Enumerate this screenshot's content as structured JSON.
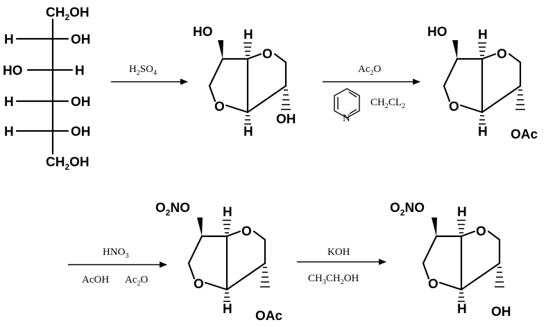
{
  "sorbitol": {
    "top": [
      "CH",
      "2",
      "OH"
    ],
    "bottom": [
      "CH",
      "2",
      "OH"
    ],
    "rows": [
      {
        "left": "H",
        "right": "OH"
      },
      {
        "left": "HO",
        "right": "H"
      },
      {
        "left": "H",
        "right": "OH"
      },
      {
        "left": "H",
        "right": "OH"
      }
    ]
  },
  "step1": {
    "reagent": [
      "H",
      "2",
      "SO",
      "4"
    ]
  },
  "isosorbide": {
    "oh_top": "HO",
    "h_top": "H",
    "h_bottom": "H",
    "oh_bottom": "OH",
    "o_ring1": "O",
    "o_ring2": "O"
  },
  "step2": {
    "reagent_top": [
      "Ac",
      "2",
      "O"
    ],
    "reagent_right": [
      "CH",
      "2",
      "CL",
      "2"
    ],
    "pyridine_n": "N"
  },
  "acetate": {
    "oh_top": "HO",
    "h_top": "H",
    "h_bottom": "H",
    "oac": "OAc",
    "o_ring1": "O",
    "o_ring2": "O"
  },
  "step3": {
    "reagent_top": [
      "HNO",
      "3"
    ],
    "reagent_bottom_a": "AcOH",
    "reagent_bottom_b": [
      "Ac",
      "2",
      "O"
    ]
  },
  "nitrate_acetate": {
    "ono2": [
      "O",
      "2",
      "NO"
    ],
    "h_top": "H",
    "h_bottom": "H",
    "oac": "OAc",
    "o_ring1": "O",
    "o_ring2": "O"
  },
  "step4": {
    "reagent_top": "KOH",
    "reagent_bottom": [
      "CH",
      "3",
      "CH",
      "2",
      "OH"
    ]
  },
  "product": {
    "ono2": [
      "O",
      "2",
      "NO"
    ],
    "h_top": "H",
    "h_bottom": "H",
    "oh": "OH",
    "o_ring1": "O",
    "o_ring2": "O"
  }
}
